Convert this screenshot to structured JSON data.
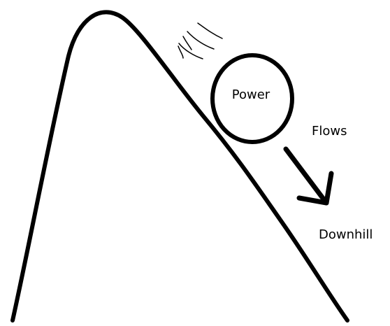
{
  "diagram": {
    "ball_label": "Power",
    "arrow_label_top": "Flows",
    "arrow_label_bottom": "Downhill",
    "colors": {
      "stroke": "#000000",
      "background": "#ffffff"
    },
    "icons": [
      "hill-curve",
      "rolling-ball",
      "motion-lines",
      "down-right-arrow"
    ]
  }
}
